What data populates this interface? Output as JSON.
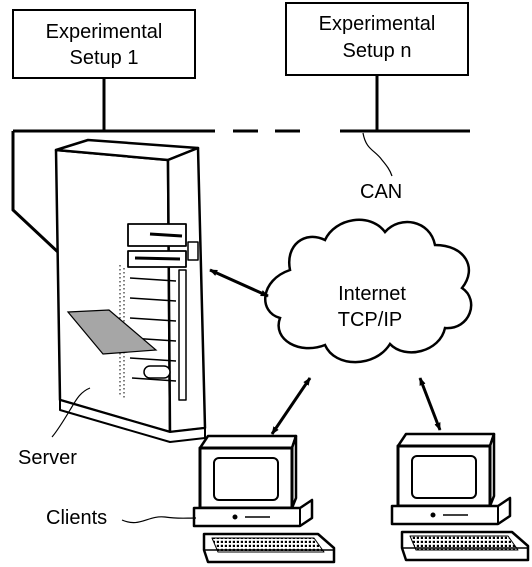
{
  "boxes": {
    "setup1": {
      "line1": "Experimental",
      "line2": "Setup 1"
    },
    "setupn": {
      "line1": "Experimental",
      "line2": "Setup n"
    }
  },
  "labels": {
    "can": "CAN",
    "cloud_line1": "Internet",
    "cloud_line2": "TCP/IP",
    "server": "Server",
    "clients": "Clients"
  }
}
